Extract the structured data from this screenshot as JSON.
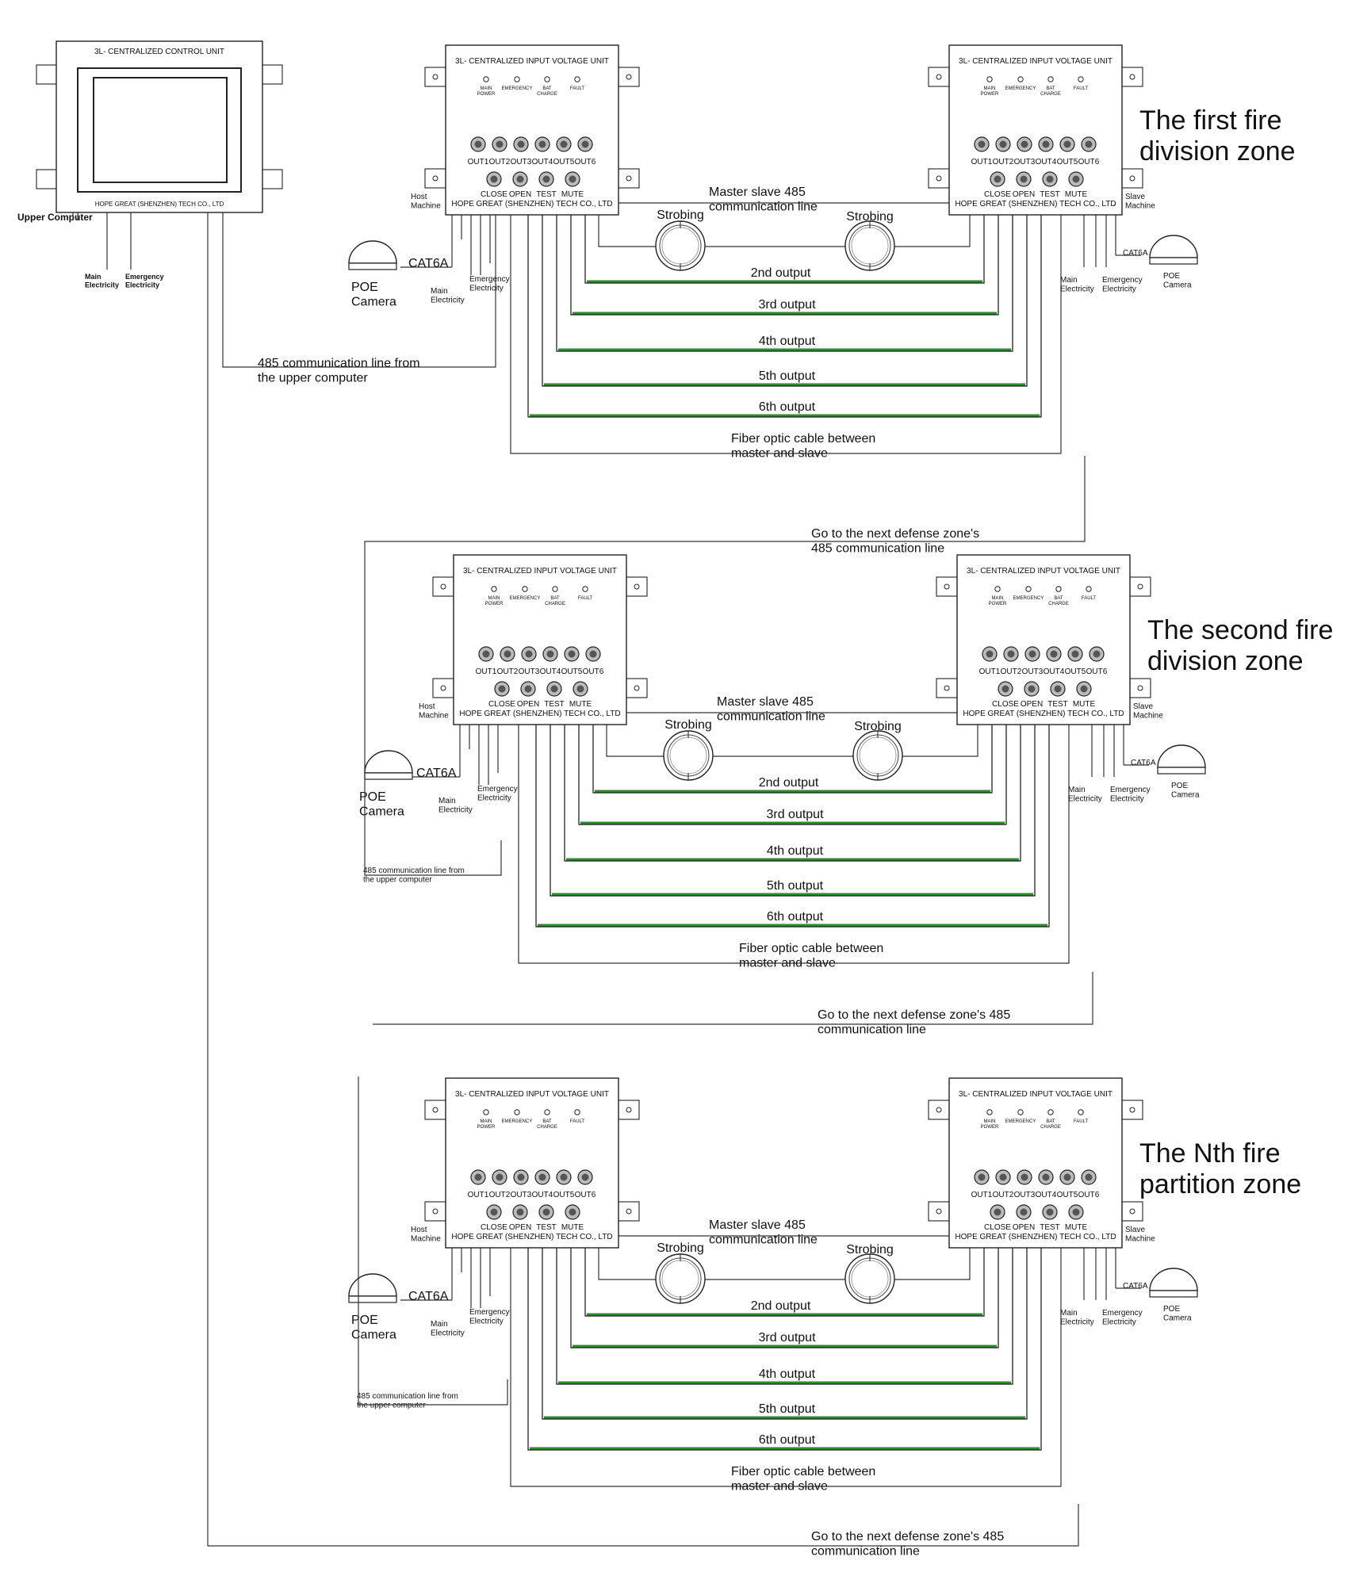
{
  "control_unit": {
    "title": "3L- CENTRALIZED CONTROL UNIT",
    "company": "HOPE GREAT (SHENZHEN) TECH CO., LTD",
    "caption": "Upper Computer",
    "main_electricity": "Main\nElectricity",
    "emergency_electricity": "Emergency\nElectricity"
  },
  "unit": {
    "title": "3L- CENTRALIZED INPUT VOLTAGE UNIT",
    "company": "HOPE GREAT (SHENZHEN) TECH CO., LTD",
    "indicators": [
      "MAIN\nPOWER",
      "EMERGENCY",
      "BAT\nCHARGE",
      "FAULT"
    ],
    "outputs": [
      "OUT1",
      "OUT2",
      "OUT3",
      "OUT4",
      "OUT5",
      "OUT6"
    ],
    "buttons": [
      "CLOSE",
      "OPEN",
      "TEST",
      "MUTE"
    ]
  },
  "zones": [
    {
      "title": "The first fire\ndivision zone",
      "master": "Host\nMachine",
      "slave": "Slave\nMachine",
      "master_slave_485": "Master slave 485\ncommunication line",
      "strobe_left": "Strobing",
      "strobe_right": "Strobing",
      "outputs": [
        "2nd output",
        "3rd output",
        "4th output",
        "5th output",
        "6th output"
      ],
      "fiber": "Fiber optic cable between\nmaster and slave",
      "cat6a_left": "CAT6A",
      "cat6a_right": "CAT6A",
      "poe_left": "POE\nCamera",
      "poe_right": "POE\nCamera",
      "main_left": "Main\nElectricity",
      "emer_left": "Emergency\nElectricity",
      "main_right": "Main\nElectricity",
      "emer_right": "Emergency\nElectricity",
      "upper_485": "485 communication line from\nthe upper computer",
      "next_zone": "Go to the next defense zone's\n485 communication line"
    },
    {
      "title": "The second fire\ndivision zone",
      "master": "Host\nMachine",
      "slave": "Slave\nMachine",
      "master_slave_485": "Master slave 485\ncommunication line",
      "strobe_left": "Strobing",
      "strobe_right": "Strobing",
      "outputs": [
        "2nd output",
        "3rd output",
        "4th output",
        "5th output",
        "6th output"
      ],
      "fiber": "Fiber optic cable between\nmaster and slave",
      "cat6a_left": "CAT6A",
      "cat6a_right": "CAT6A",
      "poe_left": "POE\nCamera",
      "poe_right": "POE\nCamera",
      "main_left": "Main\nElectricity",
      "emer_left": "Emergency\nElectricity",
      "main_right": "Main\nElectricity",
      "emer_right": "Emergency\nElectricity",
      "upper_485": "485 communication line from\nthe upper computer",
      "next_zone": "Go to the next defense zone's 485\ncommunication line"
    },
    {
      "title": "The Nth fire\npartition zone",
      "master": "Host\nMachine",
      "slave": "Slave\nMachine",
      "master_slave_485": "Master slave 485\ncommunication line",
      "strobe_left": "Strobing",
      "strobe_right": "Strobing",
      "outputs": [
        "2nd output",
        "3rd output",
        "4th output",
        "5th output",
        "6th output"
      ],
      "fiber": "Fiber optic cable between\nmaster and slave",
      "cat6a_left": "CAT6A",
      "cat6a_right": "CAT6A",
      "poe_left": "POE\nCamera",
      "poe_right": "POE\nCamera",
      "main_left": "Main\nElectricity",
      "emer_left": "Emergency\nElectricity",
      "main_right": "Main\nElectricity",
      "emer_right": "Emergency\nElectricity",
      "upper_485": "485 communication line from\nthe upper computer",
      "next_zone": "Go to the next defense zone's 485\ncommunication line"
    }
  ]
}
